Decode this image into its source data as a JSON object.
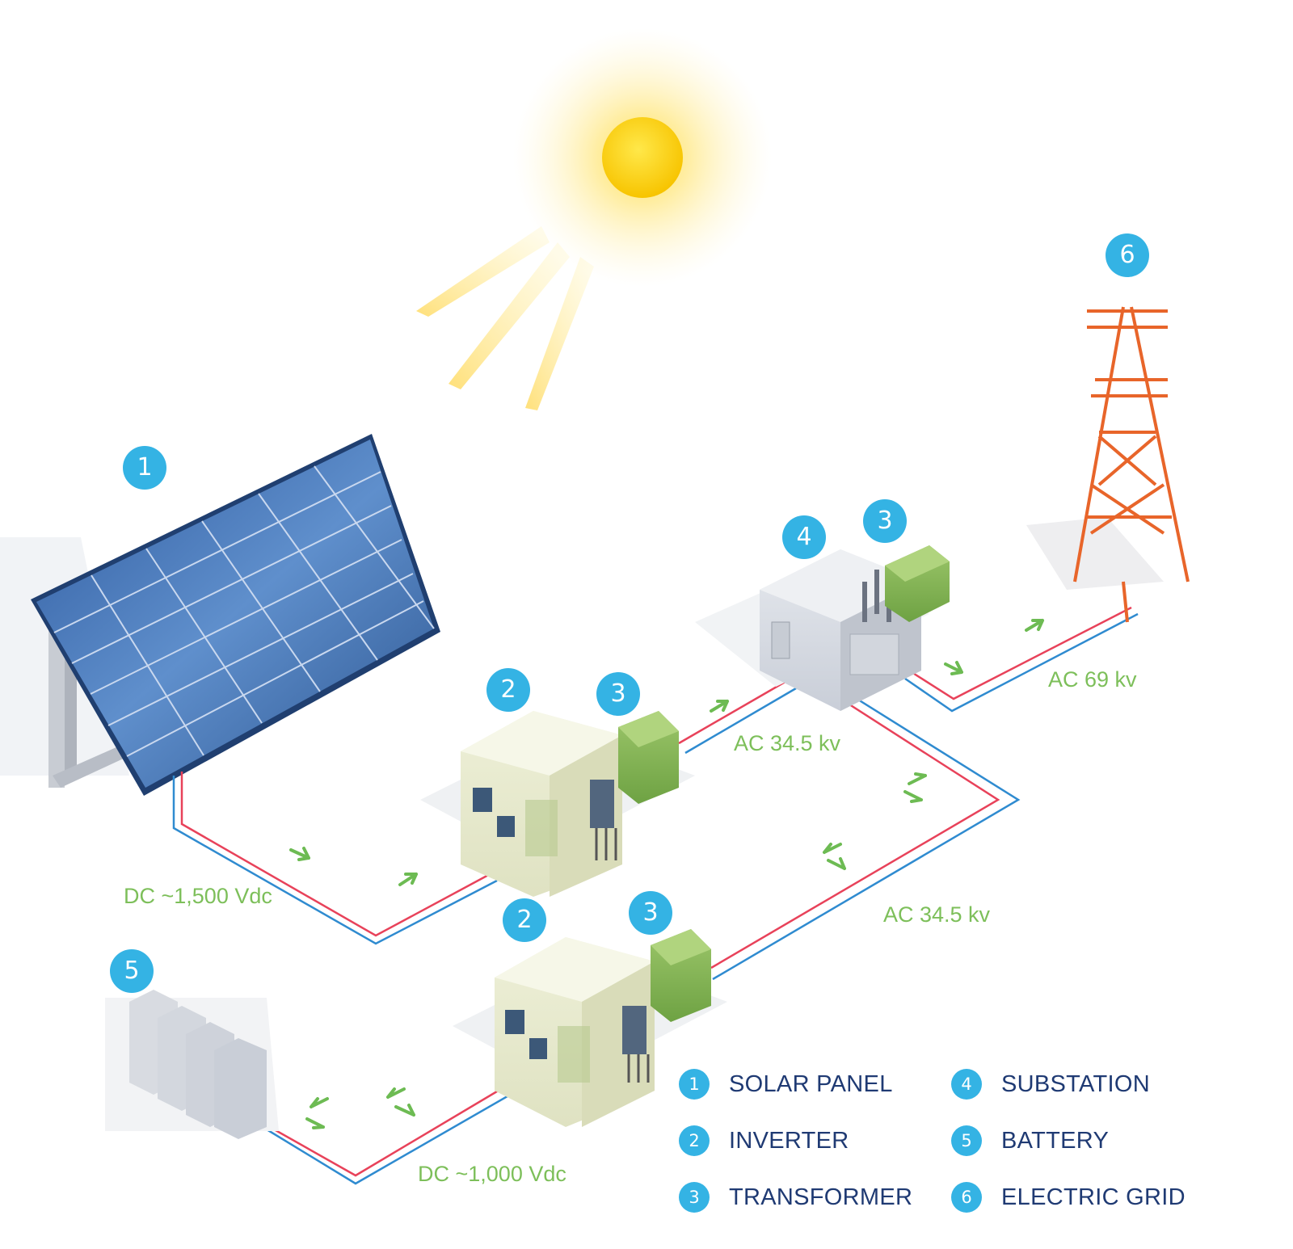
{
  "colors": {
    "badge": "#34b3e4",
    "label_green": "#7dbf5a",
    "legend_text": "#1f3a73",
    "wire_positive": "#e8425a",
    "wire_negative": "#2f8bd0",
    "tower": "#e8652a",
    "sun": "#ffd21a"
  },
  "badges": {
    "solar_panel": "1",
    "inverter_top": "2",
    "transformer_top": "3",
    "substation": "4",
    "transformer_substation": "3",
    "inverter_bottom": "2",
    "transformer_bottom": "3",
    "battery": "5",
    "grid": "6"
  },
  "labels": {
    "dc_panel": "DC ~1,500 Vdc",
    "ac_inverter_top": "AC 34.5 kv",
    "ac_inverter_bottom": "AC 34.5 kv",
    "ac_grid": "AC 69 kv",
    "dc_battery": "DC ~1,000 Vdc"
  },
  "legend": [
    {
      "num": "1",
      "label": "SOLAR PANEL"
    },
    {
      "num": "2",
      "label": "INVERTER"
    },
    {
      "num": "3",
      "label": "TRANSFORMER"
    },
    {
      "num": "4",
      "label": "SUBSTATION"
    },
    {
      "num": "5",
      "label": "BATTERY"
    },
    {
      "num": "6",
      "label": "ELECTRIC GRID"
    }
  ],
  "icons": [
    "sun-icon",
    "solar-panel-icon",
    "inverter-icon",
    "transformer-icon",
    "substation-icon",
    "battery-icon",
    "transmission-tower-icon",
    "arrow-icon"
  ]
}
